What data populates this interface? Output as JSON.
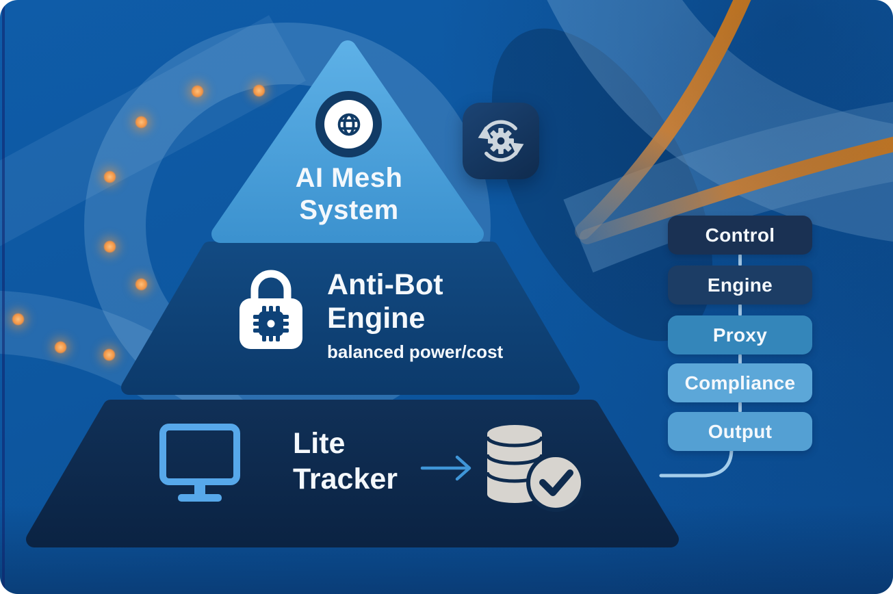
{
  "diagram": {
    "pyramid": {
      "top": {
        "title_line1": "AI Mesh",
        "title_line2": "System",
        "icon": "globe-icon",
        "fill": "#46a0da"
      },
      "middle": {
        "title_line1": "Anti-Bot",
        "title_line2": "Engine",
        "subtitle": "balanced power/cost",
        "icon": "lock-chip-icon",
        "fill": "#0e4278"
      },
      "bottom": {
        "title_line1": "Lite",
        "title_line2": "Tracker",
        "icon": "monitor-icon",
        "result_icon": "database-check-icon",
        "fill": "#0e2b4e"
      }
    },
    "side_badge": {
      "icon": "sync-gear-icon",
      "fill": "#16395f"
    },
    "flow_steps": [
      {
        "label": "Control",
        "color": "#1a3153"
      },
      {
        "label": "Engine",
        "color": "#1c3d65"
      },
      {
        "label": "Proxy",
        "color": "#3486ba"
      },
      {
        "label": "Compliance",
        "color": "#5ca7d8"
      },
      {
        "label": "Output",
        "color": "#54a0d3"
      }
    ],
    "colors": {
      "background": "#0d57a0",
      "accent_orange": "#f68d1e",
      "dot_orange": "#f09a42",
      "text": "#f4f8fc",
      "connector": "#a4cdeb"
    }
  }
}
